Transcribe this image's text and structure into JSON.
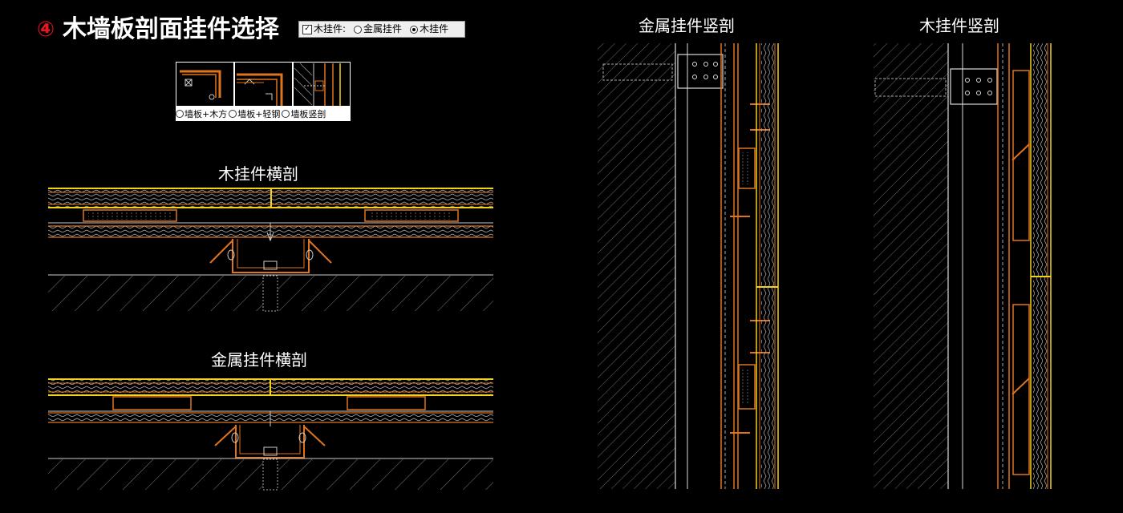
{
  "header": {
    "number": "④",
    "title": "木墙板剖面挂件选择"
  },
  "options": {
    "checkbox_label": "木挂件:",
    "radio_metal": "金属挂件",
    "radio_wood": "木挂件",
    "selected": "木挂件"
  },
  "thumbnails": [
    {
      "label": "墙板+木方"
    },
    {
      "label": "墙板+轻钢"
    },
    {
      "label": "墙板竖剖"
    }
  ],
  "sections": {
    "wood_horizontal": "木挂件横剖",
    "metal_horizontal": "金属挂件横剖",
    "metal_vertical": "金属挂件竖剖",
    "wood_vertical": "木挂件竖剖"
  },
  "colors": {
    "background": "#000000",
    "orange": "#e0741c",
    "yellow": "#f2d21a",
    "line_white": "#d8d8d8",
    "title_red": "#e8171f"
  }
}
